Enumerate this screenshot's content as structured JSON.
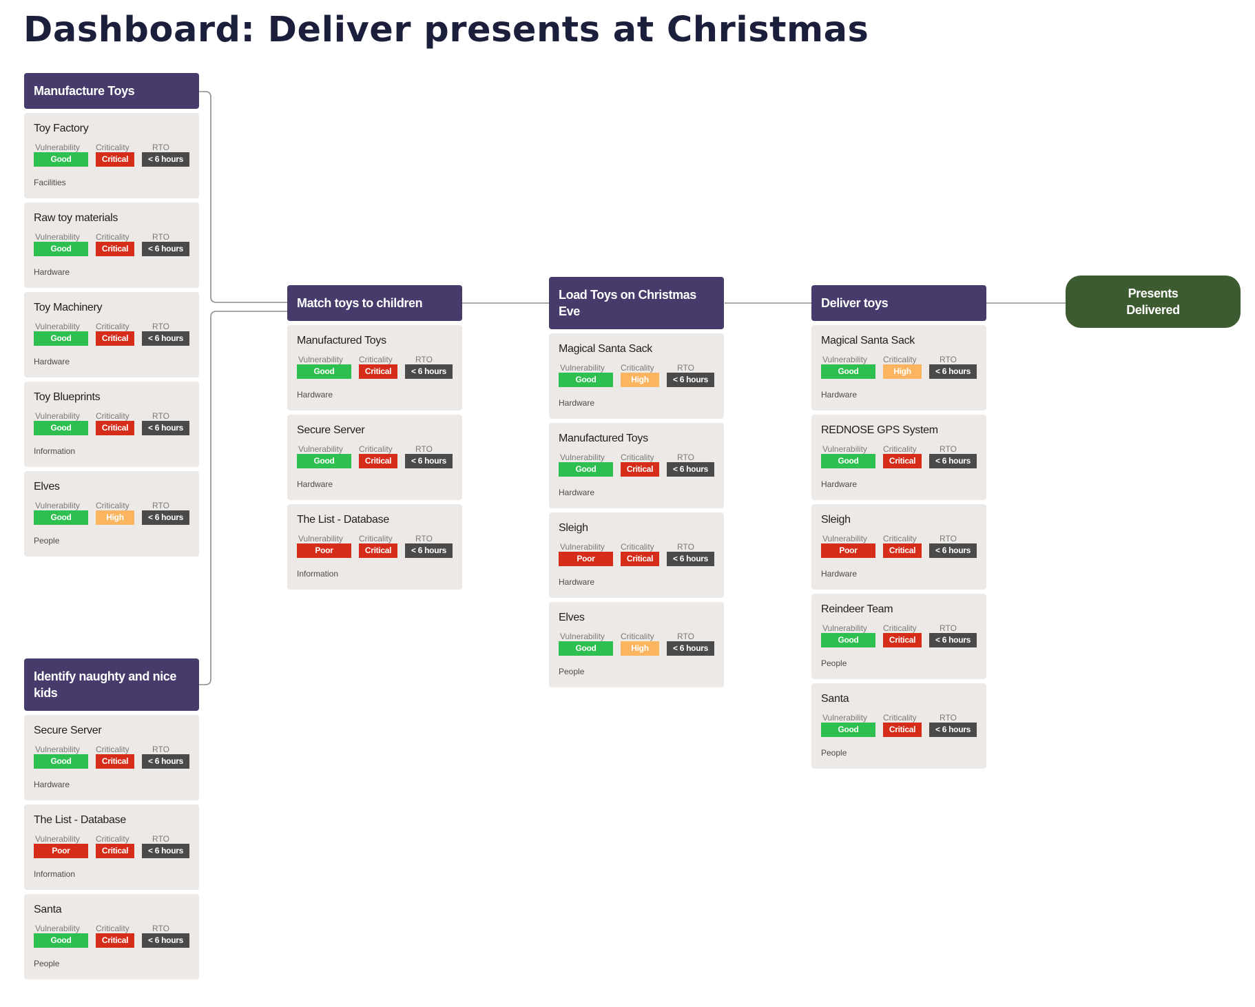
{
  "page_title": "Dashboard: Deliver presents at Christmas",
  "labels": {
    "vulnerability": "Vulnerability",
    "criticality": "Criticality",
    "rto": "RTO"
  },
  "colors": {
    "header": "#463b6a",
    "terminal": "#3d5b31",
    "good": "#2dbf4f",
    "poor": "#d52d1a",
    "critical": "#d52d1a",
    "high": "#fbb561",
    "rto": "#4a4a4a",
    "card": "#ede9e6"
  },
  "groups": [
    {
      "id": "manufacture",
      "title": [
        "Manufacture Toys"
      ],
      "cards": [
        {
          "title": "Toy Factory",
          "vulnerability": "Good",
          "criticality": "Critical",
          "rto": "< 6 hours",
          "type": "Facilities"
        },
        {
          "title": "Raw toy materials",
          "vulnerability": "Good",
          "criticality": "Critical",
          "rto": "< 6 hours",
          "type": "Hardware"
        },
        {
          "title": "Toy Machinery",
          "vulnerability": "Good",
          "criticality": "Critical",
          "rto": "< 6 hours",
          "type": "Hardware"
        },
        {
          "title": "Toy Blueprints",
          "vulnerability": "Good",
          "criticality": "Critical",
          "rto": "< 6 hours",
          "type": "Information"
        },
        {
          "title": "Elves",
          "vulnerability": "Good",
          "criticality": "High",
          "rto": "< 6 hours",
          "type": "People"
        }
      ]
    },
    {
      "id": "identify",
      "title": [
        "Identify naughty and nice",
        "kids"
      ],
      "cards": [
        {
          "title": "Secure Server",
          "vulnerability": "Good",
          "criticality": "Critical",
          "rto": "< 6 hours",
          "type": "Hardware"
        },
        {
          "title": "The List - Database",
          "vulnerability": "Poor",
          "criticality": "Critical",
          "rto": "< 6 hours",
          "type": "Information"
        },
        {
          "title": "Santa",
          "vulnerability": "Good",
          "criticality": "Critical",
          "rto": "< 6 hours",
          "type": "People"
        }
      ]
    },
    {
      "id": "match",
      "title": [
        "Match toys to children"
      ],
      "cards": [
        {
          "title": "Manufactured Toys",
          "vulnerability": "Good",
          "criticality": "Critical",
          "rto": "< 6 hours",
          "type": "Hardware"
        },
        {
          "title": "Secure Server",
          "vulnerability": "Good",
          "criticality": "Critical",
          "rto": "< 6 hours",
          "type": "Hardware"
        },
        {
          "title": "The List - Database",
          "vulnerability": "Poor",
          "criticality": "Critical",
          "rto": "< 6 hours",
          "type": "Information"
        }
      ]
    },
    {
      "id": "load",
      "title": [
        "Load Toys on Christmas",
        "Eve"
      ],
      "cards": [
        {
          "title": "Magical Santa Sack",
          "vulnerability": "Good",
          "criticality": "High",
          "rto": "< 6 hours",
          "type": "Hardware"
        },
        {
          "title": "Manufactured Toys",
          "vulnerability": "Good",
          "criticality": "Critical",
          "rto": "< 6 hours",
          "type": "Hardware"
        },
        {
          "title": "Sleigh",
          "vulnerability": "Poor",
          "criticality": "Critical",
          "rto": "< 6 hours",
          "type": "Hardware"
        },
        {
          "title": "Elves",
          "vulnerability": "Good",
          "criticality": "High",
          "rto": "< 6 hours",
          "type": "People"
        }
      ]
    },
    {
      "id": "deliver",
      "title": [
        "Deliver toys"
      ],
      "cards": [
        {
          "title": "Magical Santa Sack",
          "vulnerability": "Good",
          "criticality": "High",
          "rto": "< 6 hours",
          "type": "Hardware"
        },
        {
          "title": "REDNOSE GPS System",
          "vulnerability": "Good",
          "criticality": "Critical",
          "rto": "< 6 hours",
          "type": "Hardware"
        },
        {
          "title": "Sleigh",
          "vulnerability": "Poor",
          "criticality": "Critical",
          "rto": "< 6 hours",
          "type": "Hardware"
        },
        {
          "title": "Reindeer Team",
          "vulnerability": "Good",
          "criticality": "Critical",
          "rto": "< 6 hours",
          "type": "People"
        },
        {
          "title": "Santa",
          "vulnerability": "Good",
          "criticality": "Critical",
          "rto": "< 6 hours",
          "type": "People"
        }
      ]
    }
  ],
  "terminal": {
    "lines": [
      "Presents",
      "Delivered"
    ]
  }
}
